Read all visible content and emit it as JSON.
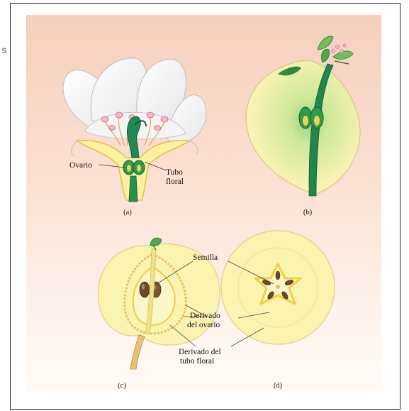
{
  "side_mark": "s",
  "captions": {
    "a": "(a)",
    "b": "(b)",
    "c": "(c)",
    "d": "(d)"
  },
  "labels": {
    "ovario": "Ovario",
    "tubo_floral_1": "Tubo",
    "tubo_floral_2": "floral",
    "semilla": "Semilla",
    "derivado_ovario_1": "Derivado",
    "derivado_ovario_2": "del ovario",
    "derivado_tubo_1": "Derivado del",
    "derivado_tubo_2": "tubo floral"
  },
  "colors": {
    "flesh": "#fbf3b0",
    "flesh_edge": "#e0c97a",
    "green": "#2e8b3a",
    "dark_green": "#1d6b33",
    "yellow_core": "#f2d03a",
    "seed": "#6b4a2c",
    "petal": "#ffffff"
  }
}
